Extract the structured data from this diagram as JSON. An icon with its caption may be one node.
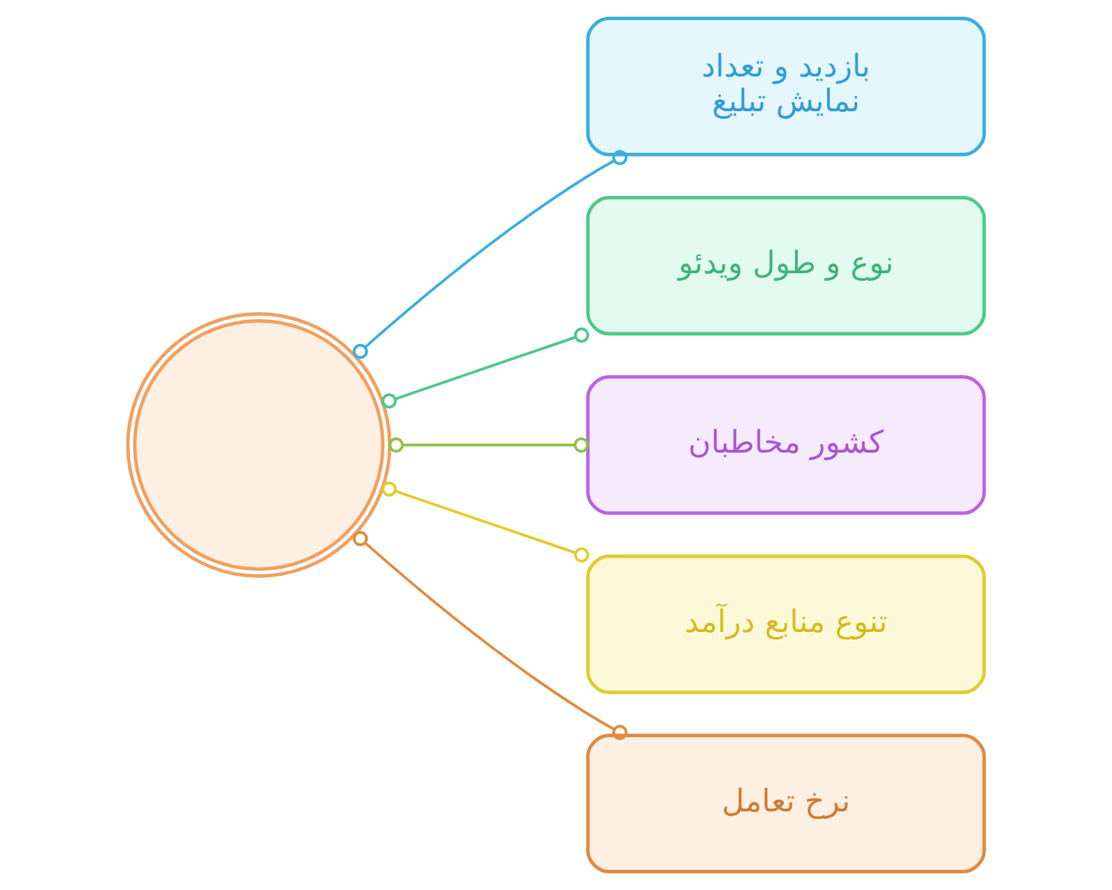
{
  "diagram": {
    "nodes": [
      {
        "text": [],
        "shape": "circle"
      },
      {
        "text": [
          "بازدید و تعداد نمایش تبلیغ"
        ]
      },
      {
        "text": [
          "نوع و طول ویدئو"
        ]
      },
      {
        "text": [
          "کشور مخاطبان"
        ]
      },
      {
        "text": [
          "تنوع منابع درآمد"
        ]
      },
      {
        "text": [
          "نرخ تعامل"
        ]
      }
    ],
    "edges": [
      {
        "from": 0,
        "to": 1,
        "arrow": "other",
        "color": "#3aaee0"
      },
      {
        "from": 0,
        "to": 2,
        "arrow": "other",
        "color": "#4cc98a"
      },
      {
        "from": 0,
        "to": 3,
        "arrow": "other",
        "color": "#8bc34a"
      },
      {
        "from": 0,
        "to": 4,
        "arrow": "other",
        "color": "#e0cc30"
      },
      {
        "from": 0,
        "to": 5,
        "arrow": "other",
        "color": "#e08a40"
      }
    ]
  }
}
